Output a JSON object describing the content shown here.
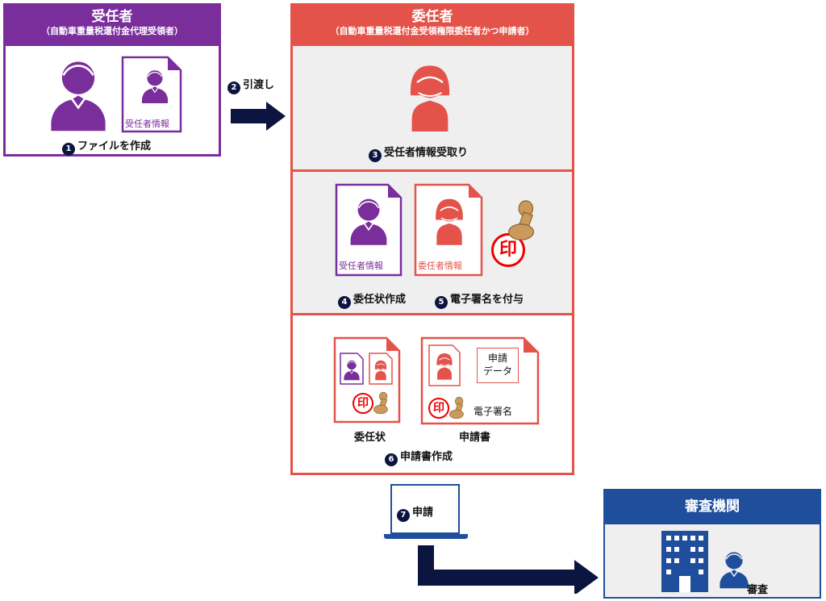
{
  "left_panel": {
    "title": "受任者",
    "subtitle": "（自動車重量税還付金代理受領者）",
    "doc_label": "受任者情報",
    "step_num": "1",
    "step_label": "ファイルを作成"
  },
  "transfer": {
    "step_num": "2",
    "step_label": "引渡し"
  },
  "right_panel": {
    "title": "委任者",
    "subtitle": "（自動車重量税還付金受領権限委任者かつ申請者）",
    "receive": {
      "step_num": "3",
      "step_label": "受任者情報受取り"
    },
    "create": {
      "doc1_label": "受任者情報",
      "doc2_label": "委任者情報",
      "seal_char": "印",
      "step4_num": "4",
      "step4_label": "委任状作成",
      "step5_num": "5",
      "step5_label": "電子署名を付与"
    },
    "app": {
      "proxy_label": "委任状",
      "application_label": "申請書",
      "data_label_1": "申請",
      "data_label_2": "データ",
      "esig_label": "電子署名",
      "seal_char": "印",
      "step_num": "6",
      "step_label": "申請書作成"
    }
  },
  "submit": {
    "step_num": "7",
    "step_label": "申請"
  },
  "agency": {
    "title": "審査機関",
    "person_label": "審査"
  },
  "colors": {
    "purple": "#7a2e9c",
    "red": "#e4534a",
    "navy": "#0c1540",
    "blue": "#1f4f9c"
  }
}
